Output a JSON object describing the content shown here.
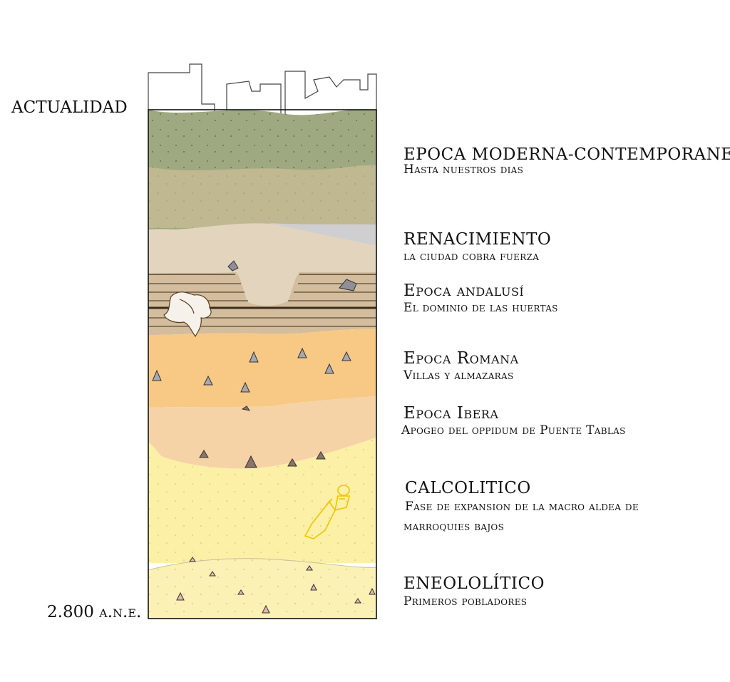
{
  "top_label": "ACTUALIDAD",
  "bottom_label": "2.800 a.n.e.",
  "periods": [
    {
      "title": "EPOCA MODERNA-CONTEMPORANEA",
      "subtitle": "Hasta nuestros dias",
      "color": "#9fa981"
    },
    {
      "title": "RENACIMIENTO",
      "subtitle": "la ciudad cobra fuerza",
      "color": "#e2d4bd"
    },
    {
      "title": "Epoca andalusí",
      "subtitle": "El dominio de las huertas",
      "color": "#d3bd9d"
    },
    {
      "title": "Epoca Romana",
      "subtitle": "Villas y almazaras",
      "color": "#f7c985"
    },
    {
      "title": "Epoca Ibera",
      "subtitle": "Apogeo del oppidum de Puente Tablas",
      "color": "#f6d2a7"
    },
    {
      "title": "CALCOLITICO",
      "subtitle": "Fase de expansion de la macro aldea de",
      "subtitle2": "marroquies bajos",
      "color": "#fbf0a6"
    },
    {
      "title": "ENEOLOLÍTICO",
      "subtitle": "Primeros pobladores",
      "color": "#fbf1b5"
    }
  ]
}
